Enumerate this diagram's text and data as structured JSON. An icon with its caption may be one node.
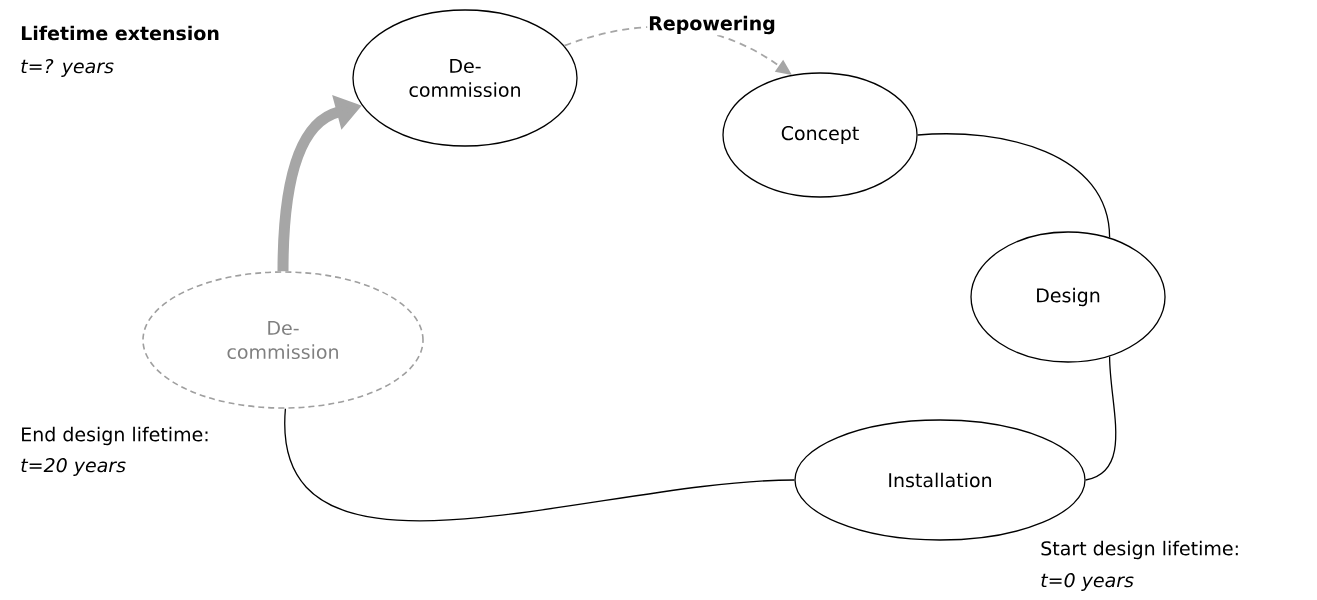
{
  "diagram": {
    "nodes": [
      {
        "text": [
          "De- commission"
        ]
      },
      {
        "text": [
          "Concept"
        ]
      },
      {
        "text": [
          "Design"
        ]
      },
      {
        "text": [
          "Installation"
        ]
      },
      {
        "text": [
          "De- commission"
        ]
      }
    ],
    "edges": [
      {
        "from": 0,
        "to": 1,
        "arrow": "to",
        "label": "Repowering",
        "style": "dashed",
        "color": "#a6a6a6"
      },
      {
        "from": 1,
        "to": 2,
        "arrow": "none"
      },
      {
        "from": 2,
        "to": 3,
        "arrow": "none"
      },
      {
        "from": 3,
        "to": 4,
        "arrow": "none"
      },
      {
        "from": 4,
        "to": 0,
        "arrow": "to",
        "style": "thick",
        "color": "#a6a6a6"
      }
    ],
    "labels": [
      "Lifetime extension",
      "t=? years",
      "End design lifetime:",
      "t=20 years",
      "Start design lifetime:",
      "t=0 years"
    ]
  }
}
